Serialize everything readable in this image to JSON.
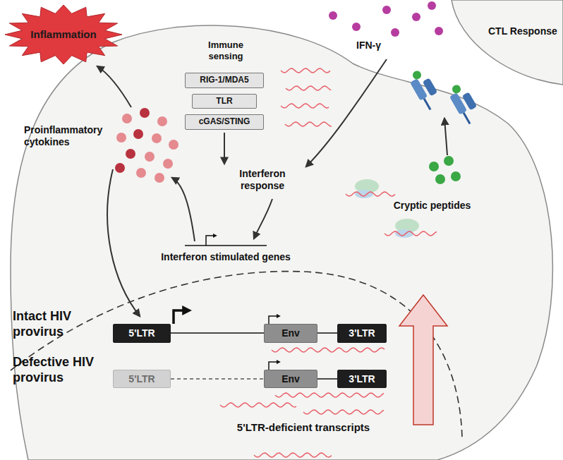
{
  "diagram": {
    "nodes": [
      {
        "text": [
          "Inflammation"
        ]
      },
      {
        "text": [
          "RIG-1/MDA5"
        ]
      },
      {
        "text": [
          "TLR"
        ]
      },
      {
        "text": [
          "cGAS/STING"
        ]
      },
      {
        "text": [
          "5'LTR"
        ]
      },
      {
        "text": [
          "Env"
        ]
      },
      {
        "text": [
          "3'LTR"
        ]
      },
      {
        "text": [
          "5'LTR"
        ]
      },
      {
        "text": [
          "Env"
        ]
      },
      {
        "text": [
          "3'LTR"
        ]
      }
    ],
    "labels": [
      "Immune sensing",
      "IFN-γ",
      "CTL Response",
      "Proinflammatory cytokines",
      "Interferon response",
      "Cryptic peptides",
      "Interferon stimulated genes",
      "Intact HIV provirus",
      "Defective HIV provirus",
      "5'LTR-deficient transcripts"
    ]
  }
}
